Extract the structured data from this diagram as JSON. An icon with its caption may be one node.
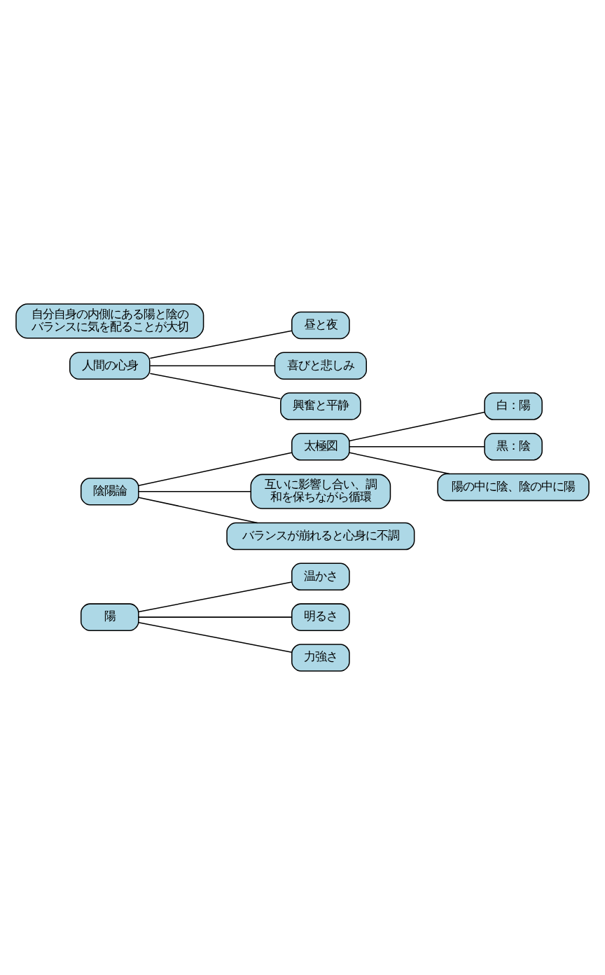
{
  "diagram": {
    "nodes": [
      {
        "text": [
          "陽"
        ]
      },
      {
        "text": [
          "温かさ"
        ]
      },
      {
        "text": [
          "明るさ"
        ]
      },
      {
        "text": [
          "力強さ"
        ]
      },
      {
        "text": [
          "陰陽論"
        ]
      },
      {
        "text": [
          "太極図"
        ]
      },
      {
        "text": [
          "白：陽"
        ]
      },
      {
        "text": [
          "黒：陰"
        ]
      },
      {
        "text": [
          "陽の中に陰、陰の中に陽"
        ]
      },
      {
        "text": [
          "互いに影響し合い、調和を保ちながら循環"
        ]
      },
      {
        "text": [
          "バランスが崩れると心身に不調"
        ]
      },
      {
        "text": [
          "人間の心身"
        ]
      },
      {
        "text": [
          "昼と夜"
        ]
      },
      {
        "text": [
          "喜びと悲しみ"
        ]
      },
      {
        "text": [
          "興奮と平静"
        ]
      },
      {
        "text": [
          "自分自身の内側にある陽と陰のバランスに気を配ることが大切"
        ]
      }
    ],
    "edges": [
      {
        "from": 0,
        "to": 1,
        "arrow": "none"
      },
      {
        "from": 0,
        "to": 2,
        "arrow": "none"
      },
      {
        "from": 0,
        "to": 3,
        "arrow": "none"
      },
      {
        "from": 4,
        "to": 5,
        "arrow": "none"
      },
      {
        "from": 5,
        "to": 6,
        "arrow": "none"
      },
      {
        "from": 5,
        "to": 7,
        "arrow": "none"
      },
      {
        "from": 5,
        "to": 8,
        "arrow": "none"
      },
      {
        "from": 4,
        "to": 9,
        "arrow": "none"
      },
      {
        "from": 4,
        "to": 10,
        "arrow": "none"
      },
      {
        "from": 11,
        "to": 12,
        "arrow": "none"
      },
      {
        "from": 11,
        "to": 13,
        "arrow": "none"
      },
      {
        "from": 11,
        "to": 14,
        "arrow": "none"
      }
    ]
  }
}
